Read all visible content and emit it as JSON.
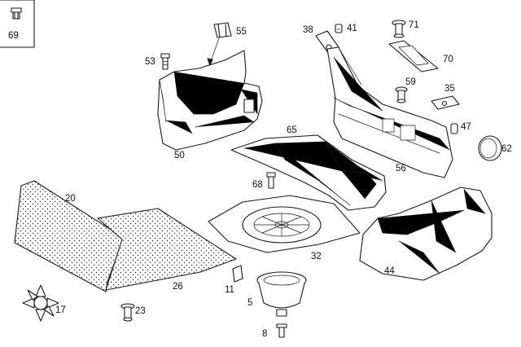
{
  "diagram": {
    "colors": {
      "line": "#1a1a1a",
      "background": "#ffffff",
      "fill_light": "#e8e8e8"
    },
    "labels": {
      "p69": "69",
      "p55": "55",
      "p53": "53",
      "p50": "50",
      "p38": "38",
      "p41": "41",
      "p71": "71",
      "p70": "70",
      "p59": "59",
      "p35": "35",
      "p47": "47",
      "p62": "62",
      "p65": "65",
      "p56": "56",
      "p68": "68",
      "p20": "20",
      "p32": "32",
      "p44": "44",
      "p26": "26",
      "p11": "11",
      "p17": "17",
      "p23": "23",
      "p5": "5",
      "p8": "8"
    }
  }
}
